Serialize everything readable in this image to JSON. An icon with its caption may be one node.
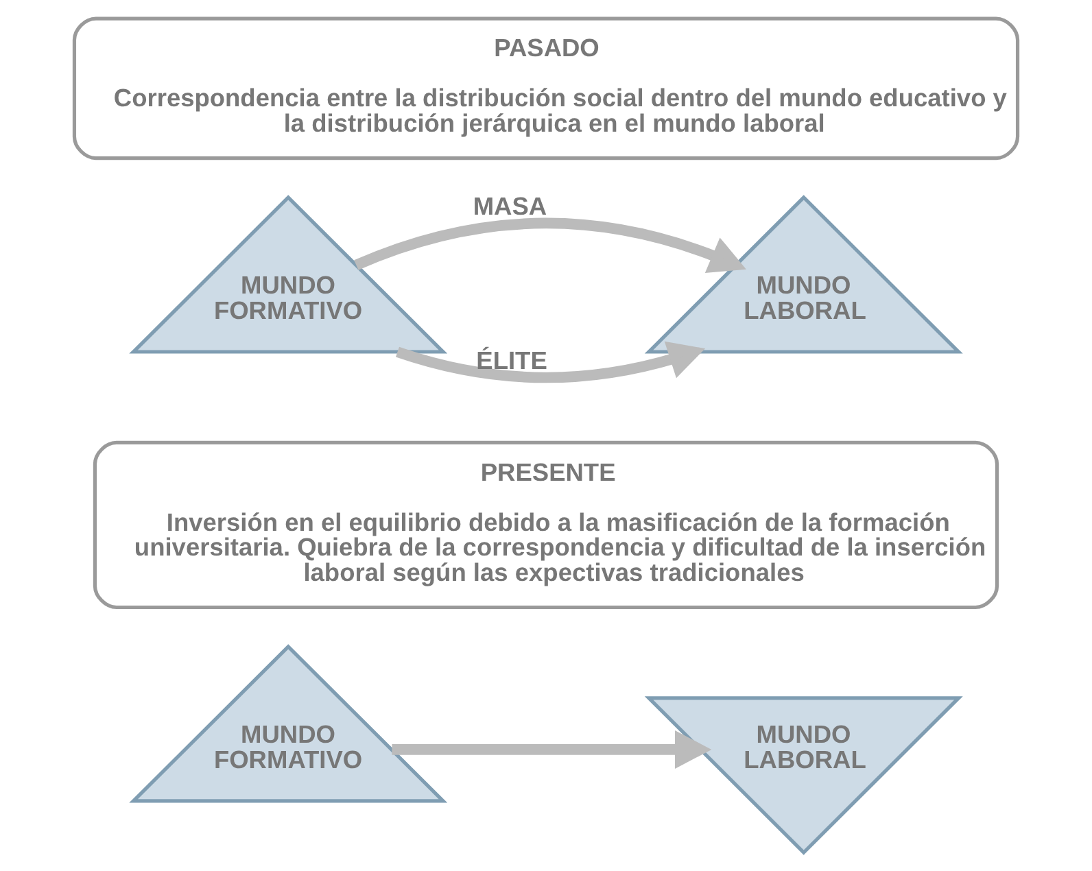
{
  "diagram": {
    "nodes": [
      {
        "text": [
          "PASADO",
          "Correspondencia entre la distribución social dentro del mundo educativo y la distribución jerárquica en el mundo laboral"
        ]
      },
      {
        "text": [
          "MUNDO FORMATIVO"
        ]
      },
      {
        "text": [
          "MUNDO LABORAL"
        ]
      },
      {
        "text": [
          "PRESENTE",
          "Inversión en el equilibrio debido a la masificación de la formación universitaria. Quiebra de la correspondencia y dificultad de la inserción laboral según las expectivas tradicionales"
        ]
      },
      {
        "text": [
          "MUNDO FORMATIVO"
        ]
      },
      {
        "text": [
          "MUNDO LABORAL"
        ]
      }
    ],
    "edges": [
      {
        "from": 1,
        "to": 2,
        "arrow": "to",
        "label": "ÉLITE"
      },
      {
        "from": 1,
        "to": 2,
        "arrow": "to",
        "label": "MASA"
      },
      {
        "from": 4,
        "to": 5,
        "arrow": "to"
      }
    ]
  }
}
